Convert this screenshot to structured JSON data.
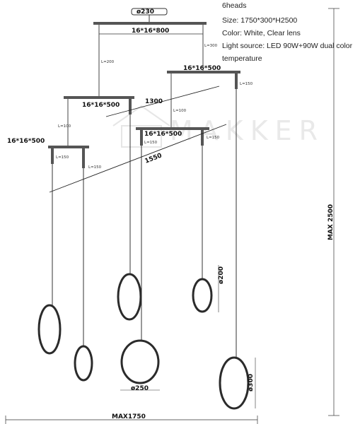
{
  "specs": {
    "heads": "6heads",
    "size": "Size: 1750*300*H2500",
    "color": "Color: White, Clear lens",
    "light_source_line1": "Light source: LED 90W+90W dual color",
    "light_source_line2": "temperature"
  },
  "dimensions": {
    "canopy": "ø230",
    "top_bar": "16*16*800",
    "bar_right": "16*16*500",
    "bar_left_mid": "16*16*500",
    "bar_center": "16*16*500",
    "bar_far_left": "16*16*500",
    "diag_1300": "1300",
    "diag_1550": "1550",
    "ring_200": "ø200",
    "ring_250": "ø250",
    "ring_300": "ø300",
    "max_height": "MAX 2500",
    "max_width": "MAX1750"
  },
  "cable_labels": {
    "l200": "L=200",
    "l300": "L=300",
    "l100a": "L=100",
    "l100b": "L=100",
    "l150a": "L=150",
    "l150b": "L=150",
    "l150c": "L=150",
    "l150d": "L=150",
    "l150e": "L=150"
  },
  "watermark": "MAKKER"
}
